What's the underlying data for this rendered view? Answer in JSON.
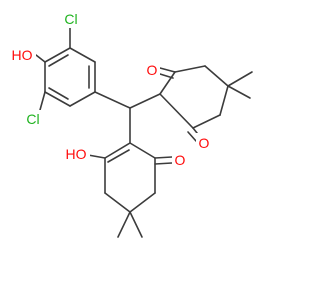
{
  "molecule": {
    "colors": {
      "bond": "#3c3c3c",
      "oxygen": "#ff0d0d",
      "chlorine": "#1fb31f"
    },
    "labels": {
      "cl_top": "Cl",
      "cl_bottom": "Cl",
      "oh_top": "HO",
      "oh_bottom": "HO",
      "o_ketone_upper": "O",
      "o_ketone_lower": "O",
      "o_ketone_right": "O"
    }
  }
}
